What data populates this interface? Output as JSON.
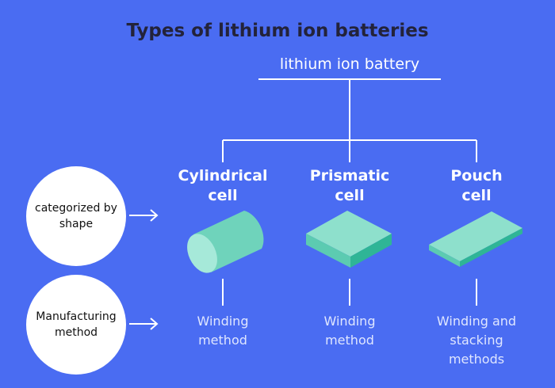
{
  "title": "Types of lithium ion batteries",
  "root": "lithium ion battery",
  "row_labels": {
    "shape": "categorized by shape",
    "method": "Manufacturing method"
  },
  "categories": [
    {
      "name_line1": "Cylindrical",
      "name_line2": "cell",
      "shape_icon": "cylinder-icon",
      "method_lines": [
        "Winding",
        "method"
      ]
    },
    {
      "name_line1": "Prismatic",
      "name_line2": "cell",
      "shape_icon": "prism-icon",
      "method_lines": [
        "Winding",
        "method"
      ]
    },
    {
      "name_line1": "Pouch",
      "name_line2": "cell",
      "shape_icon": "pouch-icon",
      "method_lines": [
        "Winding and",
        "stacking",
        "methods"
      ]
    }
  ],
  "colors": {
    "background": "#4a6cf2",
    "shape_light": "#8ee0cc",
    "shape_mid": "#5ccbb1",
    "shape_dark": "#2fb596"
  }
}
